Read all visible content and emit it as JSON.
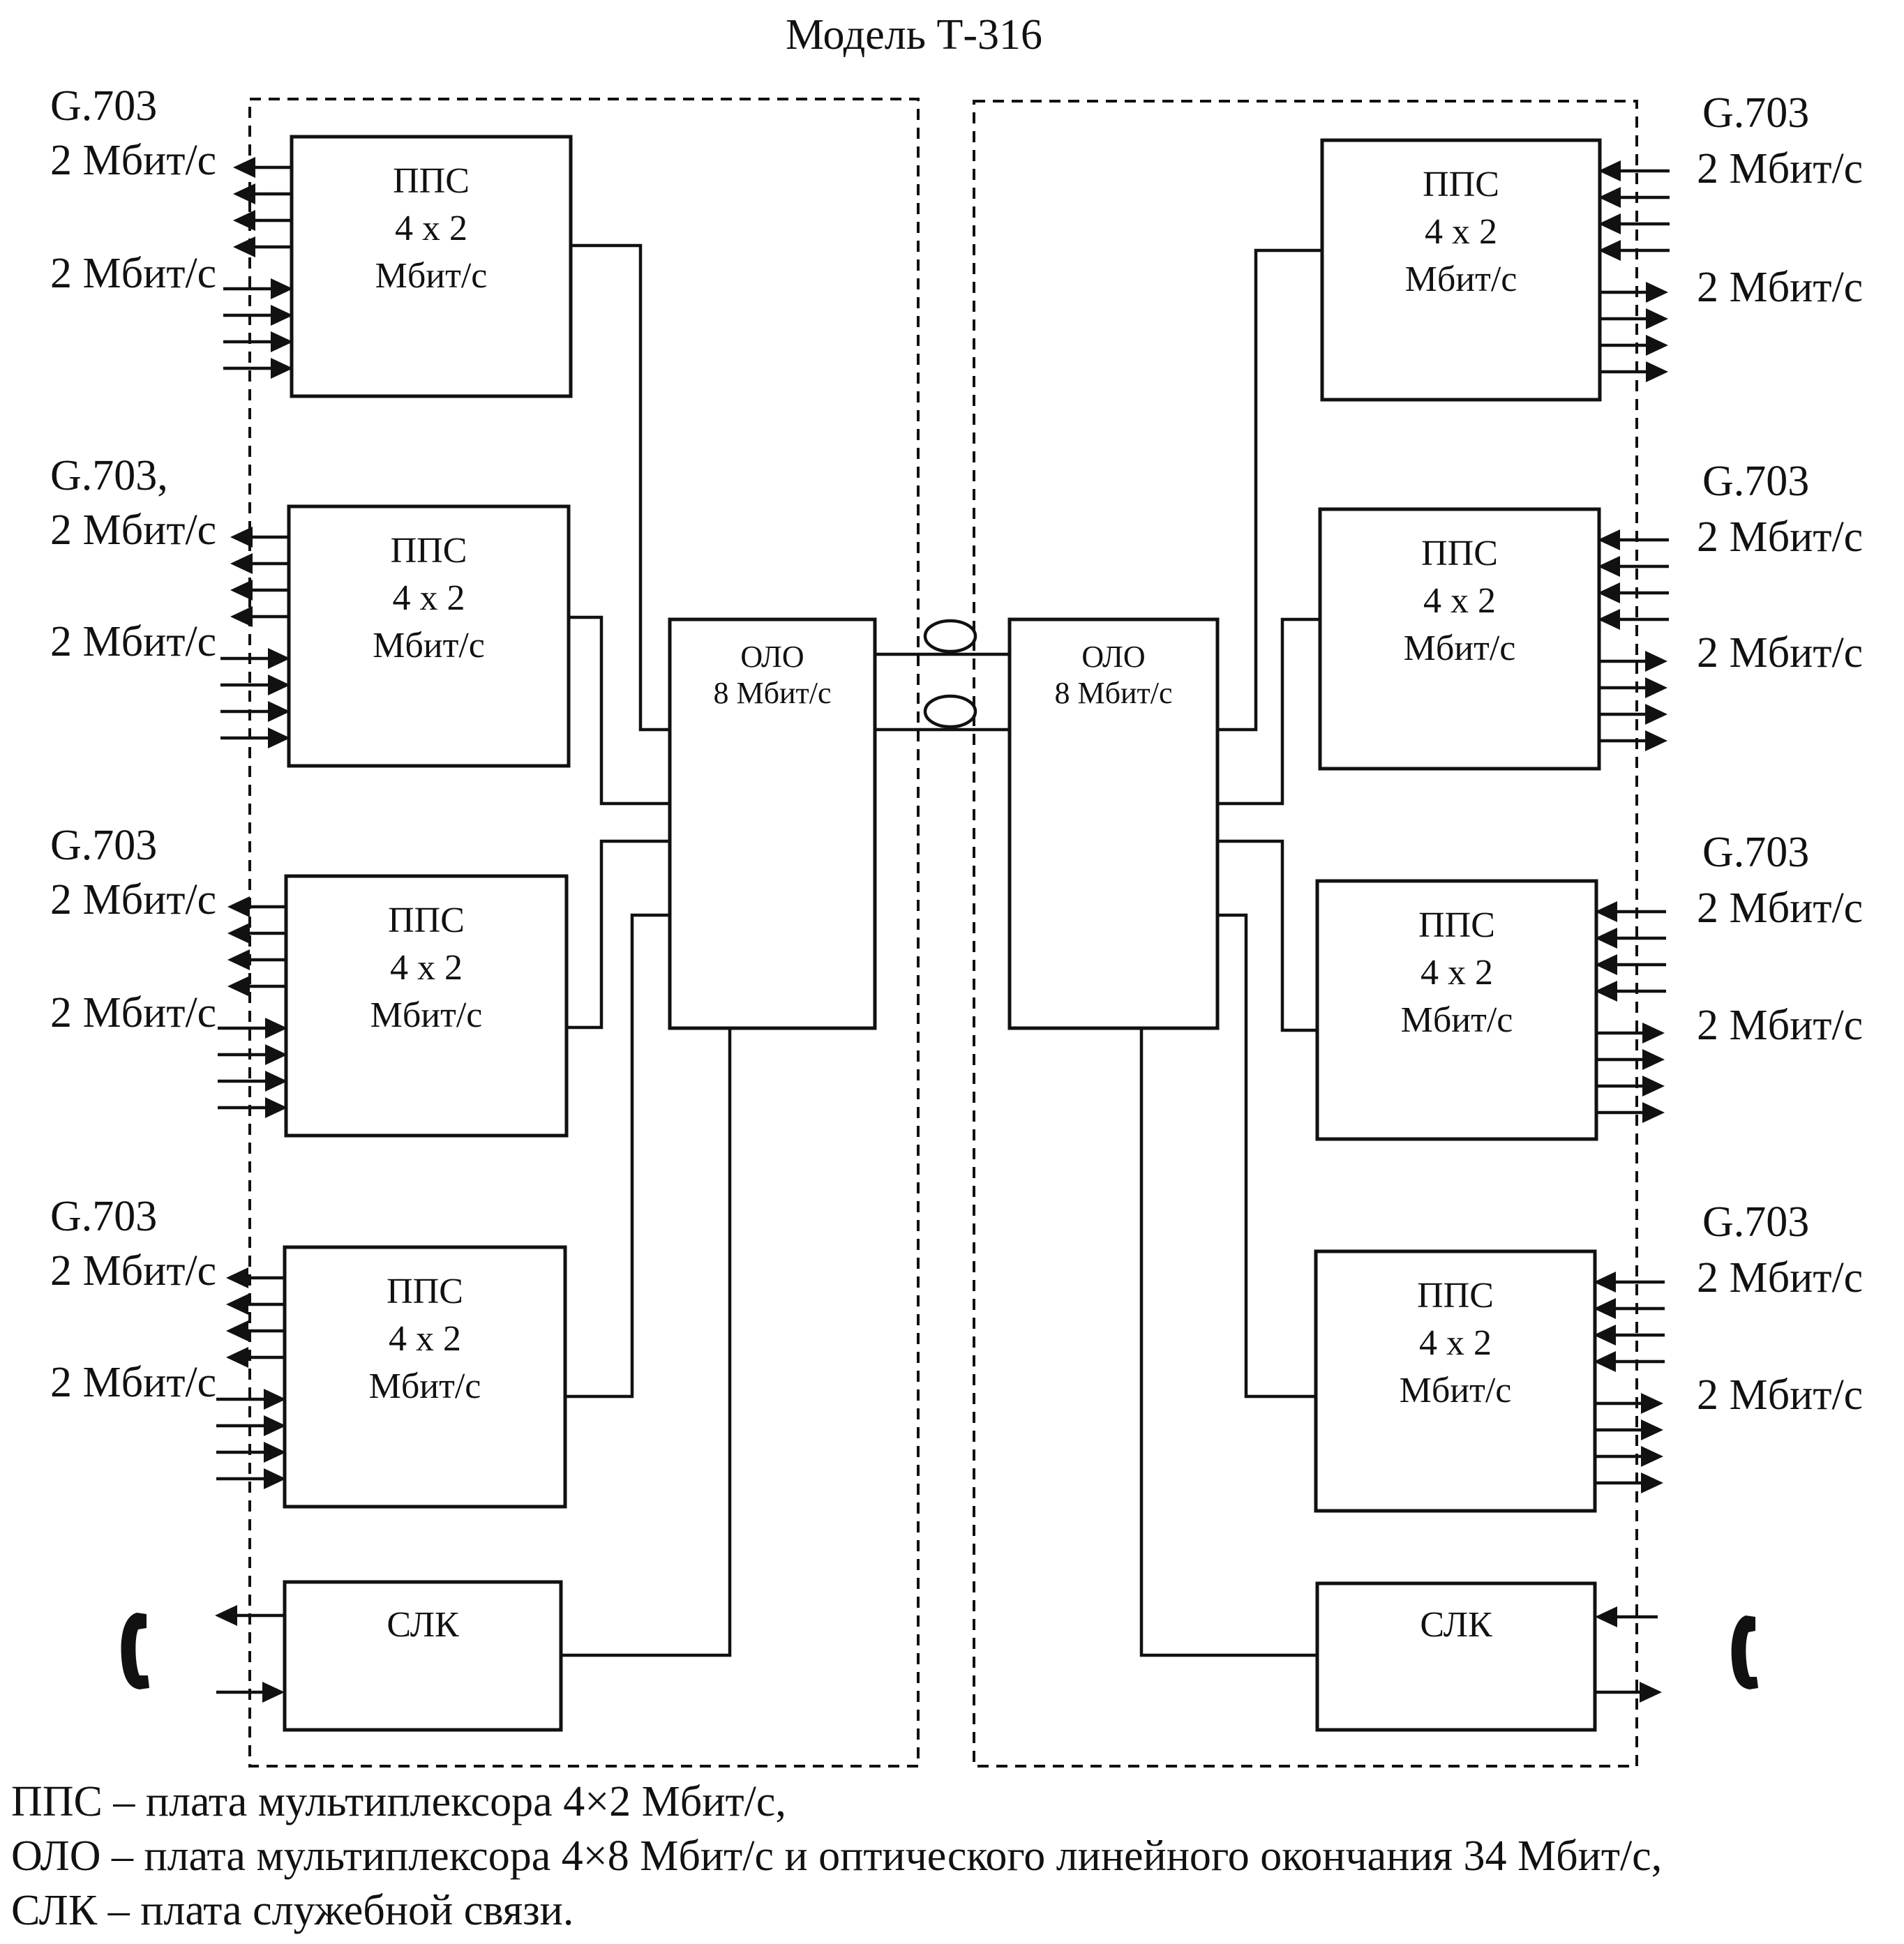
{
  "title": "Модель Т-316",
  "boards": {
    "pps": {
      "line1": "ППС",
      "line2": "4 х 2",
      "line3": "Мбит/с"
    },
    "olo": {
      "line1": "ОЛО",
      "line2": "8 Мбит/с"
    },
    "slk": {
      "label": "СЛК"
    }
  },
  "ports": {
    "standard": "G.703",
    "standard_comma": "G.703,",
    "rate": "2 Мбит/с"
  },
  "icons": {
    "phone": "telephone-handset-icon"
  },
  "legend": [
    "ППС – плата мультиплексора 4×2 Мбит/с,",
    "ОЛО – плата мультиплексора 4×8 Мбит/с и оптического линейного окончания 34 Мбит/с,",
    "СЛК – плата служебной связи."
  ]
}
